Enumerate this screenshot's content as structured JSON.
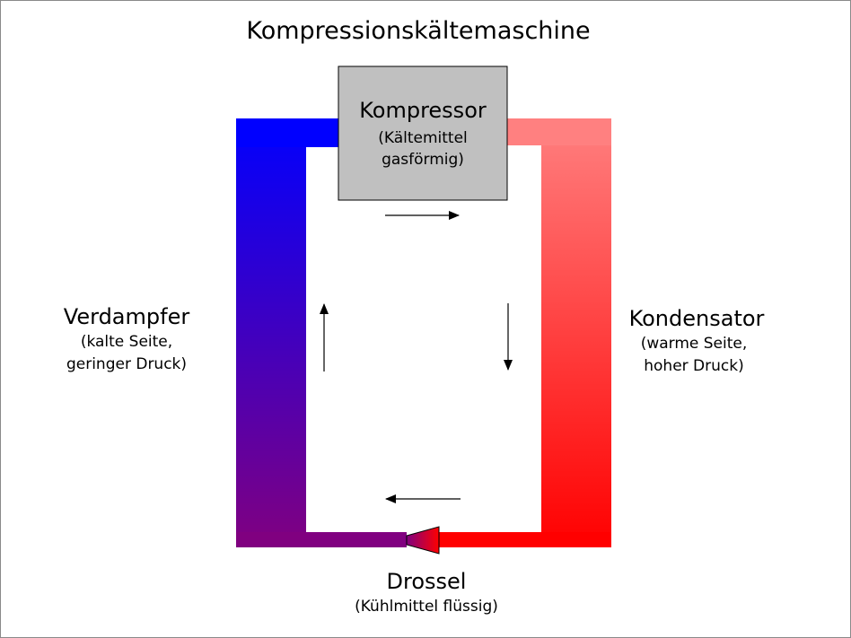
{
  "title": "Kompressionskältemaschine",
  "compressor": {
    "title": "Kompressor",
    "subtitle_line1": "(Kältemittel",
    "subtitle_line2": "gasförmig)"
  },
  "evaporator": {
    "title": "Verdampfer",
    "subtitle_line1": "(kalte Seite,",
    "subtitle_line2": "geringer Druck)"
  },
  "condenser": {
    "title": "Kondensator",
    "subtitle_line1": "(warme Seite,",
    "subtitle_line2": "hoher Druck)"
  },
  "throttle": {
    "title": "Drossel",
    "subtitle": "(Kühlmittel flüssig)"
  },
  "flow_arrows": [
    "arrow-right",
    "arrow-down",
    "arrow-left",
    "arrow-up"
  ],
  "colors": {
    "cold": "#0000ff",
    "cold_bottom": "#800080",
    "warm": "#ff8080",
    "warm_bottom": "#ff0000",
    "compressor_fill": "#c0c0c0",
    "border": "#8a8a8a"
  }
}
